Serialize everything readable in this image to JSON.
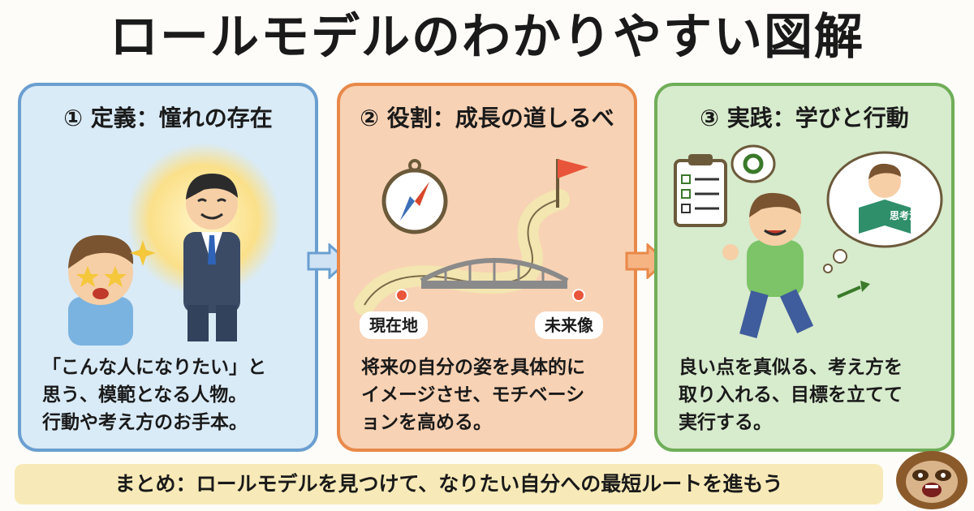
{
  "title": "ロールモデルのわかりやすい図解",
  "panels": [
    {
      "heading": "① 定義：憧れの存在",
      "lines": [
        "「こんな人になりたい」と",
        "思う、模範となる人物。",
        "行動や考え方のお手本。"
      ]
    },
    {
      "heading": "② 役割：成長の道しるべ",
      "lines": [
        "将来の自分の姿を具体的に",
        "イメージさせ、モチベーシ",
        "ョンを高める。"
      ],
      "label_start": "現在地",
      "label_end": "未来像"
    },
    {
      "heading": "③ 実践：学びと行動",
      "lines": [
        "良い点を真似る、考え方を",
        "取り入れる、目標を立てて",
        "実行する。"
      ],
      "book_text": "思考法"
    }
  ],
  "summary": "まとめ：ロールモデルを見つけて、なりたい自分への最短ルートを進もう",
  "colors": {
    "panel1": "#d9ebf7",
    "panel2": "#f8d2b4",
    "panel3": "#d7ebcd",
    "summary": "#f8eab8"
  }
}
